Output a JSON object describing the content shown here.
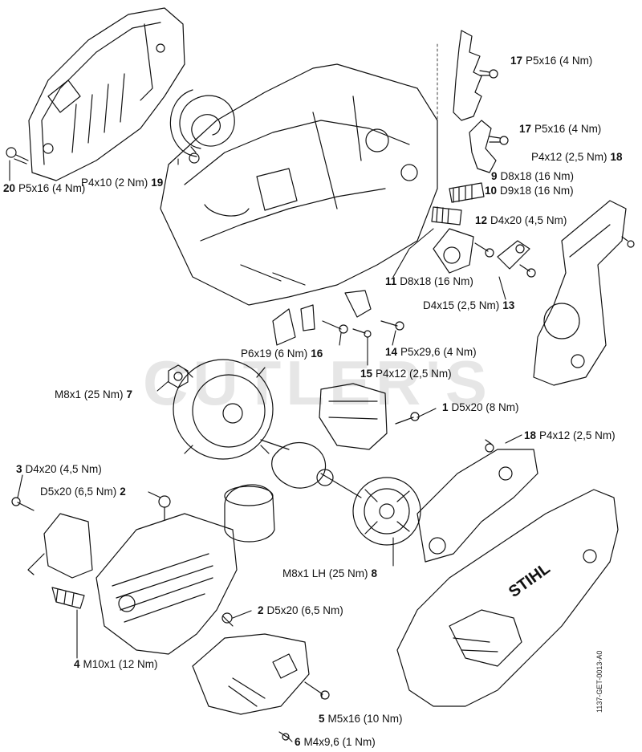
{
  "watermark": "CUTLER'S",
  "doc_id": "1137-GET-0013-A0",
  "labels": {
    "l17a": {
      "num": "17",
      "spec": "P5x16 (4 Nm)"
    },
    "l17b": {
      "num": "17",
      "spec": "P5x16 (4 Nm)"
    },
    "l18a": {
      "num": "18",
      "spec": "P4x12 (2,5 Nm)"
    },
    "l19": {
      "num": "19",
      "spec": "P4x10 (2 Nm)"
    },
    "l20": {
      "num": "20",
      "spec": "P5x16 (4 Nm)"
    },
    "l9": {
      "num": "9",
      "spec": "D8x18 (16 Nm)"
    },
    "l10": {
      "num": "10",
      "spec": "D9x18 (16 Nm)"
    },
    "l12": {
      "num": "12",
      "spec": "D4x20 (4,5 Nm)"
    },
    "l11": {
      "num": "11",
      "spec": "D8x18 (16 Nm)"
    },
    "l13": {
      "num": "13",
      "spec": "D4x15 (2,5 Nm)"
    },
    "l16": {
      "num": "16",
      "spec": "P6x19 (6 Nm)"
    },
    "l14": {
      "num": "14",
      "spec": "P5x29,6 (4 Nm)"
    },
    "l15": {
      "num": "15",
      "spec": "P4x12 (2,5 Nm)"
    },
    "l7": {
      "num": "7",
      "spec": "M8x1 (25 Nm)"
    },
    "l1": {
      "num": "1",
      "spec": "D5x20 (8 Nm)"
    },
    "l18b": {
      "num": "18",
      "spec": "P4x12 (2,5 Nm)"
    },
    "l3": {
      "num": "3",
      "spec": "D4x20 (4,5 Nm)"
    },
    "l2a": {
      "num": "2",
      "spec": "D5x20 (6,5 Nm)"
    },
    "l8": {
      "num": "8",
      "spec": "M8x1 LH (25 Nm)"
    },
    "l2b": {
      "num": "2",
      "spec": "D5x20 (6,5 Nm)"
    },
    "l4": {
      "num": "4",
      "spec": "M10x1 (12 Nm)"
    },
    "l5": {
      "num": "5",
      "spec": "M5x16 (10 Nm)"
    },
    "l6": {
      "num": "6",
      "spec": "M4x9,6 (1 Nm)"
    }
  },
  "brand": "STIHL"
}
